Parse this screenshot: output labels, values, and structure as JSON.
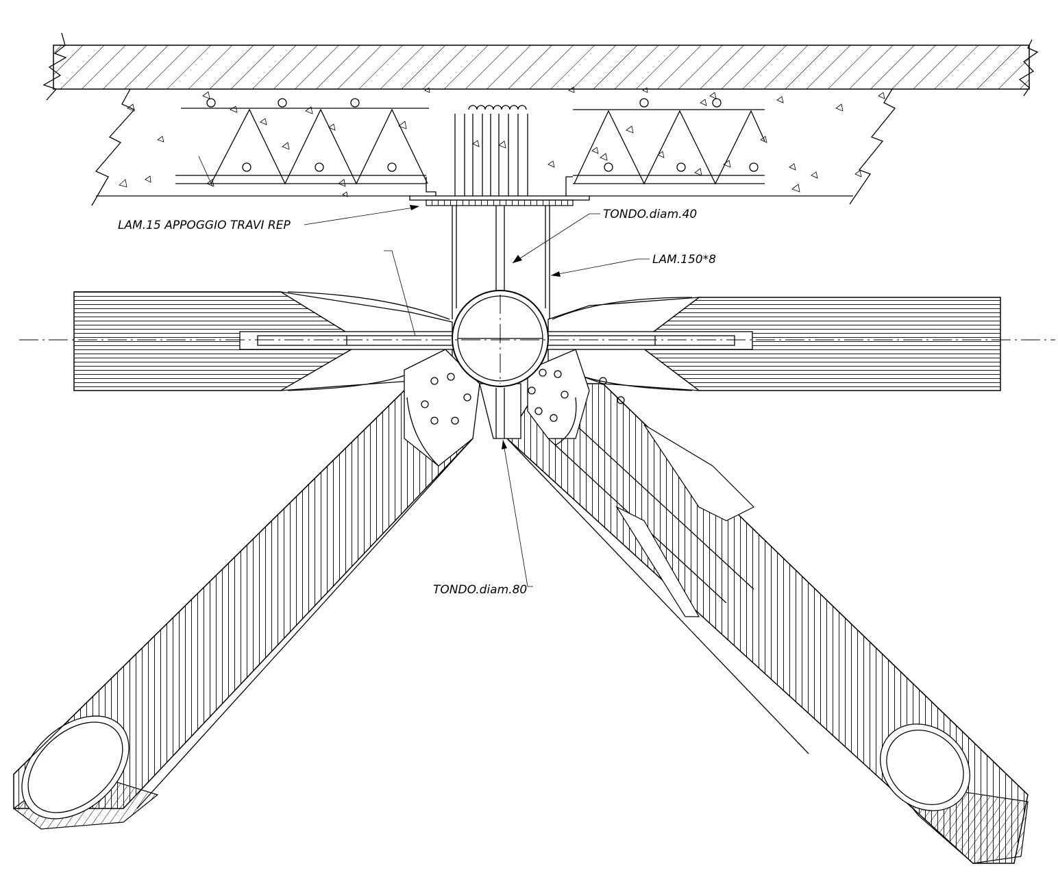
{
  "labels": {
    "lam15": "LAM.15 APPOGGIO TRAVI REP",
    "tondo40": "TONDO.diam.40",
    "lam150": "LAM.150*8",
    "tondo80": "TONDO.diam.80"
  }
}
